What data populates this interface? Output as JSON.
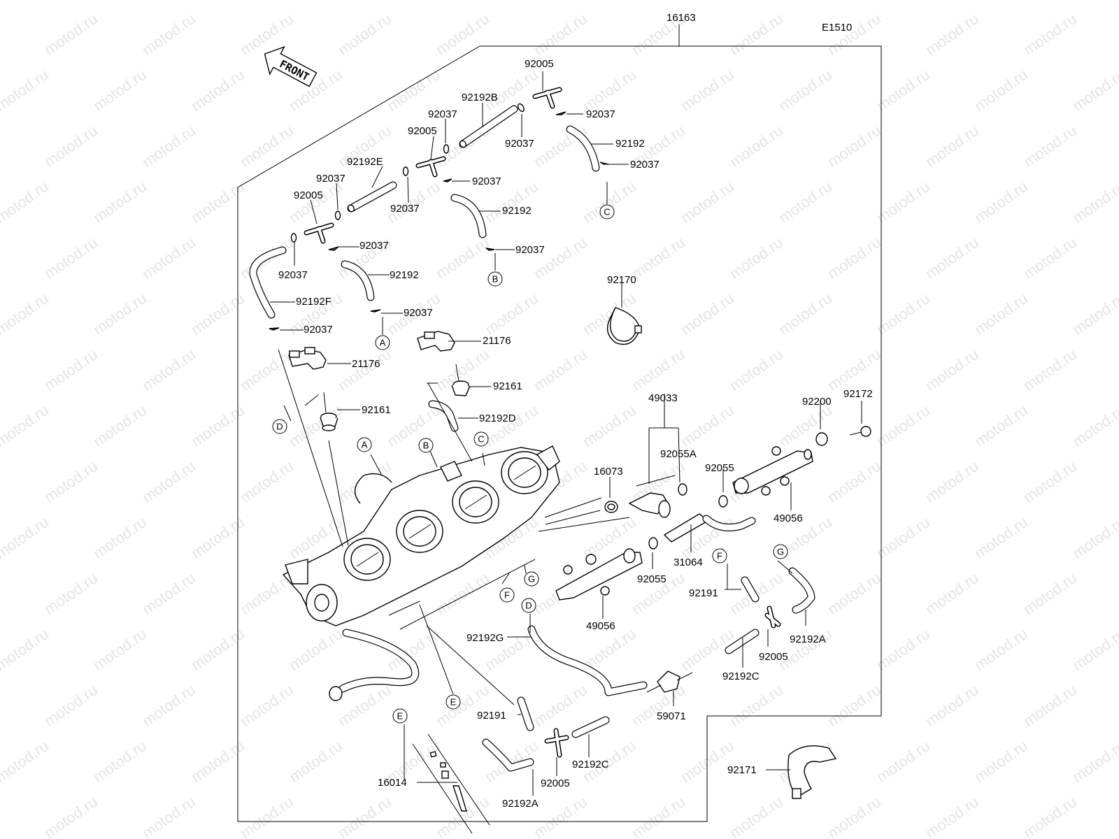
{
  "diagram": {
    "code": "E1510",
    "assembly_number": "16163",
    "front_label": "FRONT",
    "watermark": "motod.ru"
  },
  "callouts": [
    {
      "id": "c01",
      "text": "92005"
    },
    {
      "id": "c02",
      "text": "92192B"
    },
    {
      "id": "c03",
      "text": "92037"
    },
    {
      "id": "c04",
      "text": "92005"
    },
    {
      "id": "c05",
      "text": "92037"
    },
    {
      "id": "c06",
      "text": "92037"
    },
    {
      "id": "c07",
      "text": "92192"
    },
    {
      "id": "c08",
      "text": "92192E"
    },
    {
      "id": "c09",
      "text": "92037"
    },
    {
      "id": "c10",
      "text": "92005"
    },
    {
      "id": "c11",
      "text": "92037"
    },
    {
      "id": "c12",
      "text": "92037"
    },
    {
      "id": "c13",
      "text": "92192"
    },
    {
      "id": "c14",
      "text": "92037"
    },
    {
      "id": "c15",
      "text": "92037"
    },
    {
      "id": "c16",
      "text": "92037"
    },
    {
      "id": "c17",
      "text": "92192"
    },
    {
      "id": "c18",
      "text": "92037"
    },
    {
      "id": "c19",
      "text": "92192F"
    },
    {
      "id": "c20",
      "text": "92037"
    },
    {
      "id": "c21",
      "text": "92037"
    },
    {
      "id": "c22",
      "text": "92170"
    },
    {
      "id": "c23",
      "text": "21176"
    },
    {
      "id": "c24",
      "text": "21176"
    },
    {
      "id": "c25",
      "text": "92161"
    },
    {
      "id": "c26",
      "text": "92161"
    },
    {
      "id": "c27",
      "text": "92192D"
    },
    {
      "id": "c28",
      "text": "49033"
    },
    {
      "id": "c29",
      "text": "92200"
    },
    {
      "id": "c30",
      "text": "92172"
    },
    {
      "id": "c31",
      "text": "92055A"
    },
    {
      "id": "c32",
      "text": "16073"
    },
    {
      "id": "c33",
      "text": "92055"
    },
    {
      "id": "c34",
      "text": "49056"
    },
    {
      "id": "c35",
      "text": "31064"
    },
    {
      "id": "c36",
      "text": "92055"
    },
    {
      "id": "c37",
      "text": "92191"
    },
    {
      "id": "c38",
      "text": "92192A"
    },
    {
      "id": "c39",
      "text": "92005"
    },
    {
      "id": "c40",
      "text": "49056"
    },
    {
      "id": "c41",
      "text": "92192G"
    },
    {
      "id": "c42",
      "text": "92192C"
    },
    {
      "id": "c43",
      "text": "59071"
    },
    {
      "id": "c44",
      "text": "92191"
    },
    {
      "id": "c45",
      "text": "92192C"
    },
    {
      "id": "c46",
      "text": "92005"
    },
    {
      "id": "c47",
      "text": "16014"
    },
    {
      "id": "c48",
      "text": "92192A"
    },
    {
      "id": "c49",
      "text": "92171"
    }
  ],
  "reference_markers": [
    {
      "id": "r01",
      "text": "C"
    },
    {
      "id": "r02",
      "text": "B"
    },
    {
      "id": "r03",
      "text": "A"
    },
    {
      "id": "r04",
      "text": "D"
    },
    {
      "id": "r05",
      "text": "A"
    },
    {
      "id": "r06",
      "text": "B"
    },
    {
      "id": "r07",
      "text": "C"
    },
    {
      "id": "r08",
      "text": "F"
    },
    {
      "id": "r09",
      "text": "G"
    },
    {
      "id": "r10",
      "text": "G"
    },
    {
      "id": "r11",
      "text": "F"
    },
    {
      "id": "r12",
      "text": "D"
    },
    {
      "id": "r13",
      "text": "E"
    },
    {
      "id": "r14",
      "text": "E"
    }
  ]
}
